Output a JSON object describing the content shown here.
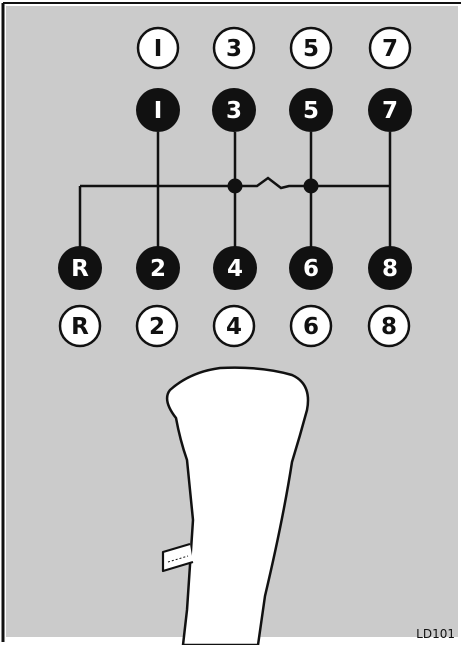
{
  "colors": {
    "panel": "#cbcbcb",
    "ink": "#111111",
    "paper": "#ffffff"
  },
  "gear_pattern": {
    "top_row_labels": [
      "I",
      "3",
      "5",
      "7"
    ],
    "bottom_row_labels": [
      "R",
      "2",
      "4",
      "6",
      "8"
    ]
  },
  "figure": {
    "reference_code": "LD101",
    "lever_icon": "gear-lever-knob-icon"
  }
}
